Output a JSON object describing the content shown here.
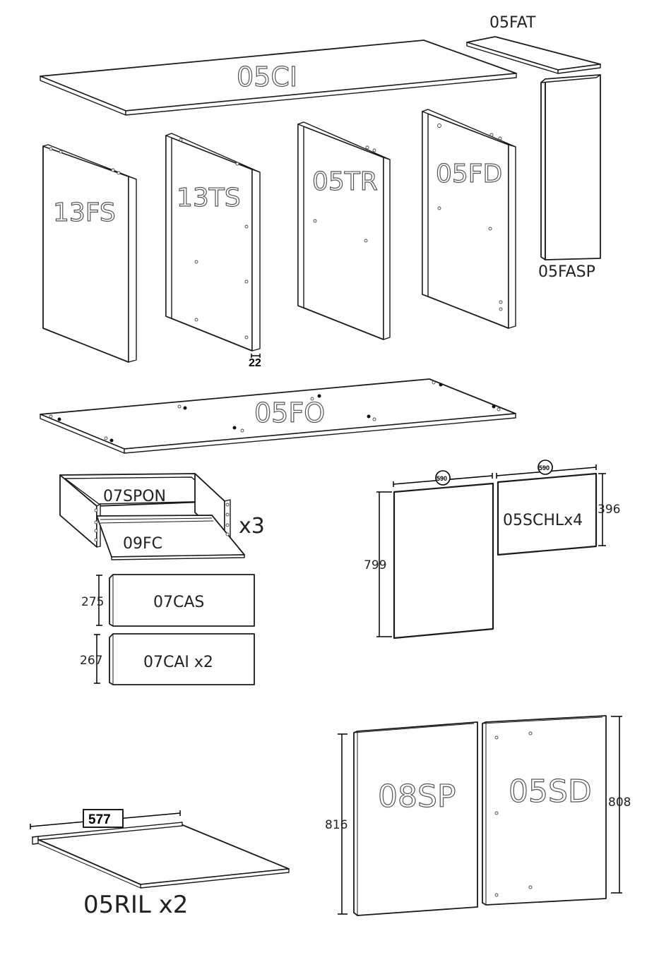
{
  "parts": {
    "top": "05CI",
    "shelf_top": "05FAT",
    "shelf_side": "05FASP",
    "side_left": "13FS",
    "side_middle": "13TS",
    "back_mid": "05TR",
    "side_right": "05FD",
    "bottom": "05FO",
    "drawer_back": "07SPON",
    "drawer_bottom": "09FC",
    "drawer_qty": "x3",
    "drawer_front_top": "07CAS",
    "drawer_front_bottom": "07CAI x2",
    "small_door": "05SCHLx4",
    "rail": "05RIL x2",
    "door_left": "08SP",
    "door_right": "05SD"
  },
  "dimensions": {
    "thickness": "22",
    "drawer_front_top_h": "275",
    "drawer_front_bottom_h": "267",
    "tall_panel_w": "590",
    "small_panel_w": "590",
    "tall_panel_h": "799",
    "small_panel_h": "396",
    "rail_w": "577",
    "door_left_h": "816",
    "door_right_h": "808"
  }
}
